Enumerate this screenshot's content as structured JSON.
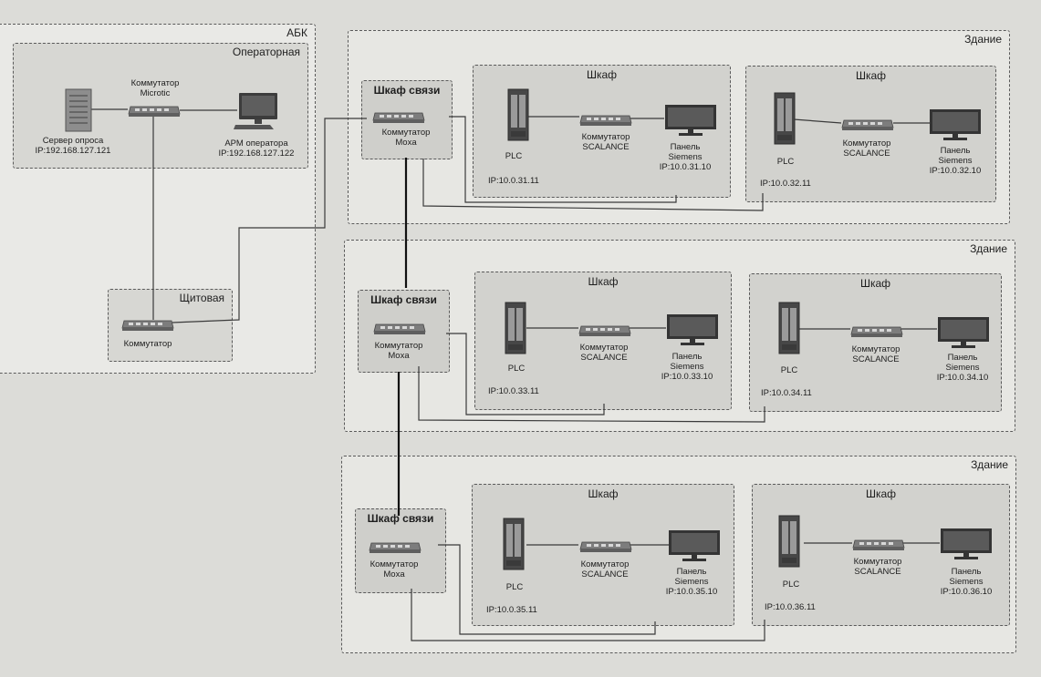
{
  "colors": {
    "paper": "#dcdcd8",
    "zone_border": "#5a5a5a",
    "wire": "#3a3a3a",
    "trunk": "#111111"
  },
  "abk": {
    "title": "АБК",
    "operator_room": {
      "title": "Операторная",
      "server": {
        "icon": "server-icon",
        "label": "Сервер опроса",
        "ip": "IP:192.168.127.121"
      },
      "switch": {
        "icon": "network-switch-icon",
        "label": "Коммутатор",
        "model": "Microtic"
      },
      "workstation": {
        "icon": "workstation-icon",
        "label": "АРМ оператора",
        "ip": "IP:192.168.127.122"
      }
    },
    "switchboard_room": {
      "title": "Щитовая",
      "switch": {
        "icon": "network-switch-icon",
        "label": "Коммутатор"
      }
    }
  },
  "buildings": [
    {
      "title": "Здание",
      "comm_cabinet": {
        "title": "Шкаф связи",
        "label": "Коммутатор",
        "model": "Moxa"
      },
      "cabinets": [
        {
          "title": "Шкаф",
          "plc": "PLC",
          "plc_ip": "IP:10.0.31.11",
          "switch_label": "Коммутатор",
          "switch_model": "SCALANCE",
          "panel_label": "Панель",
          "panel_brand": "Siemens",
          "panel_ip": "IP:10.0.31.10"
        },
        {
          "title": "Шкаф",
          "plc": "PLC",
          "plc_ip": "IP:10.0.32.11",
          "switch_label": "Коммутатор",
          "switch_model": "SCALANCE",
          "panel_label": "Панель",
          "panel_brand": "Siemens",
          "panel_ip": "IP:10.0.32.10"
        }
      ]
    },
    {
      "title": "Здание",
      "comm_cabinet": {
        "title": "Шкаф связи",
        "label": "Коммутатор",
        "model": "Moxa"
      },
      "cabinets": [
        {
          "title": "Шкаф",
          "plc": "PLC",
          "plc_ip": "IP:10.0.33.11",
          "switch_label": "Коммутатор",
          "switch_model": "SCALANCE",
          "panel_label": "Панель",
          "panel_brand": "Siemens",
          "panel_ip": "IP:10.0.33.10"
        },
        {
          "title": "Шкаф",
          "plc": "PLC",
          "plc_ip": "IP:10.0.34.11",
          "switch_label": "Коммутатор",
          "switch_model": "SCALANCE",
          "panel_label": "Панель",
          "panel_brand": "Siemens",
          "panel_ip": "IP:10.0.34.10"
        }
      ]
    },
    {
      "title": "Здание",
      "comm_cabinet": {
        "title": "Шкаф связи",
        "label": "Коммутатор",
        "model": "Moxa"
      },
      "cabinets": [
        {
          "title": "Шкаф",
          "plc": "PLC",
          "plc_ip": "IP:10.0.35.11",
          "switch_label": "Коммутатор",
          "switch_model": "SCALANCE",
          "panel_label": "Панель",
          "panel_brand": "Siemens",
          "panel_ip": "IP:10.0.35.10"
        },
        {
          "title": "Шкаф",
          "plc": "PLC",
          "plc_ip": "IP:10.0.36.11",
          "switch_label": "Коммутатор",
          "switch_model": "SCALANCE",
          "panel_label": "Панель",
          "panel_brand": "Siemens",
          "panel_ip": "IP:10.0.36.10"
        }
      ]
    }
  ]
}
